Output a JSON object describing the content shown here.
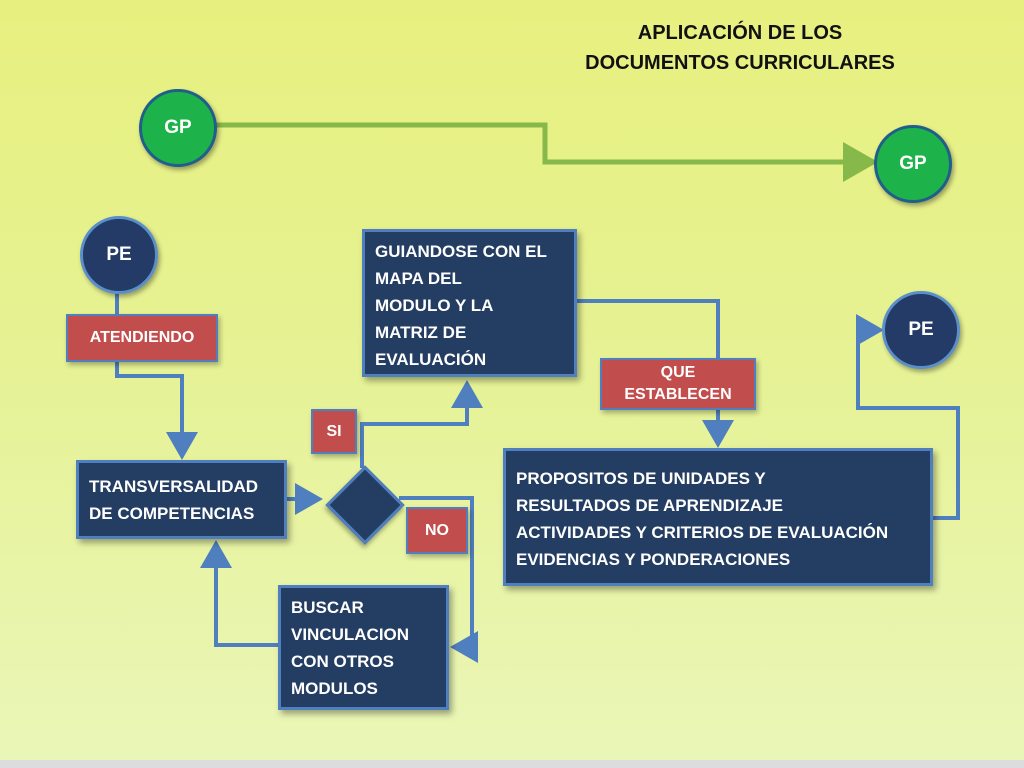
{
  "title": {
    "line1": "APLICACIÓN DE LOS",
    "line2": "DOCUMENTOS CURRICULARES"
  },
  "nodes": {
    "gp_start": "GP",
    "gp_end": "GP",
    "pe_start": "PE",
    "pe_end": "PE",
    "atendiendo": "ATENDIENDO",
    "transversalidad": [
      "TRANSVERSALIDAD",
      "DE COMPETENCIAS"
    ],
    "si": "SI",
    "no": "NO",
    "guiandose": [
      "GUIANDOSE CON EL",
      "MAPA DEL",
      "MODULO Y LA",
      "MATRIZ DE",
      "EVALUACIÓN"
    ],
    "que_establecen": [
      "QUE",
      "ESTABLECEN"
    ],
    "propositos": [
      "PROPOSITOS DE UNIDADES Y",
      "RESULTADOS DE APRENDIZAJE",
      "ACTIVIDADES Y CRITERIOS DE EVALUACIÓN",
      "EVIDENCIAS Y PONDERACIONES"
    ],
    "buscar": [
      "BUSCAR",
      "VINCULACION",
      "CON OTROS",
      "MODULOS"
    ]
  },
  "colors": {
    "green_circle": "#1db24a",
    "navy_box": "#243d62",
    "red_tag": "#c24d4d",
    "blue_line": "#4f7fbf",
    "green_line": "#86b84a"
  }
}
